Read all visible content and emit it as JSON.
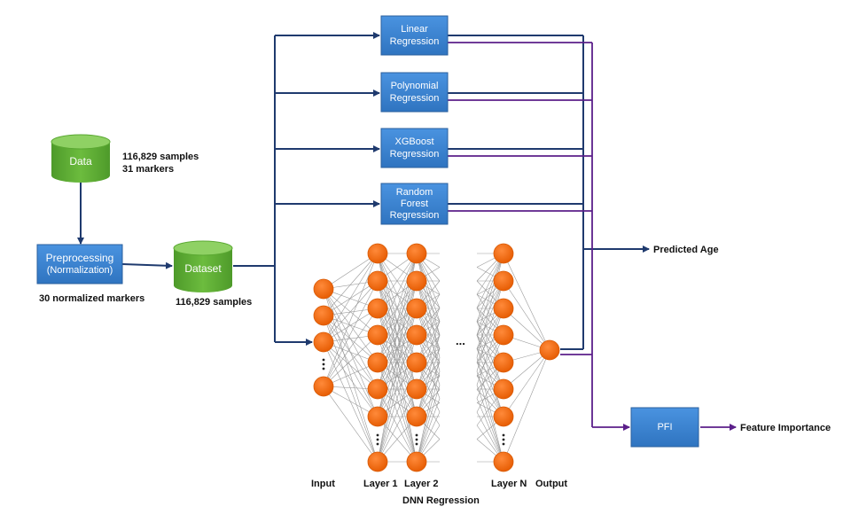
{
  "nodes": {
    "data": {
      "label": "Data",
      "annotation_line1": "116,829 samples",
      "annotation_line2": "31 markers"
    },
    "preprocessing": {
      "line1": "Preprocessing",
      "line2": "(Normalization)",
      "annotation": "30 normalized markers"
    },
    "dataset": {
      "label": "Dataset",
      "annotation": "116,829 samples"
    },
    "linear_regression": {
      "line1": "Linear",
      "line2": "Regression"
    },
    "polynomial_regression": {
      "line1": "Polynomial",
      "line2": "Regression"
    },
    "xgboost_regression": {
      "line1": "XGBoost",
      "line2": "Regression"
    },
    "random_forest_regression": {
      "line1": "Random",
      "line2": "Forest",
      "line3": "Regression"
    },
    "pfi": {
      "label": "PFI"
    }
  },
  "outputs": {
    "predicted_age": "Predicted Age",
    "feature_importance": "Feature Importance"
  },
  "dnn": {
    "title": "DNN Regression",
    "ellipsis": "...",
    "layers": [
      {
        "label": "Input",
        "visible_nodes": 4
      },
      {
        "label": "Layer 1",
        "visible_nodes": 8
      },
      {
        "label": "Layer 2",
        "visible_nodes": 8
      },
      {
        "label": "Layer N",
        "visible_nodes": 8
      },
      {
        "label": "Output",
        "visible_nodes": 1
      }
    ]
  },
  "colors": {
    "box_fill": "#3b82d1",
    "box_border": "#2a5f9e",
    "cylinder_fill": "#5aa832",
    "cylinder_top": "#8fd164",
    "node_fill": "#f26b0f",
    "edge_gray": "#9a9a9a",
    "arrow_navy": "#1f3a6e",
    "arrow_purple": "#5b1f8a"
  }
}
